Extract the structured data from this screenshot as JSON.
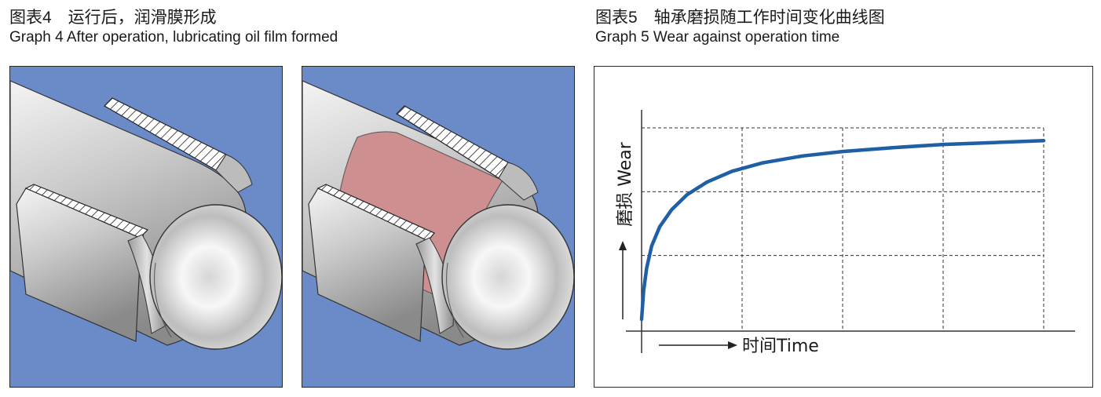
{
  "graph4": {
    "title_zh": "图表4　运行后，润滑膜形成",
    "title_en": "Graph 4   After operation, lubricating oil film formed"
  },
  "graph5": {
    "title_zh": "图表5　轴承磨损随工作时间变化曲线图",
    "title_en": "Graph 5    Wear against operation time"
  },
  "colors": {
    "panel_background": "#6a8ac8",
    "oil_film": "#cd8f8f",
    "curve": "#1f5fa6"
  },
  "chart_data": {
    "type": "line",
    "xlabel": "时间Time",
    "ylabel": "磨损 Wear",
    "grid": "dashed",
    "xlim": [
      0,
      4
    ],
    "ylim": [
      0,
      3
    ],
    "series": [
      {
        "x": [
          0,
          0.02,
          0.05,
          0.1,
          0.18,
          0.3,
          0.45,
          0.65,
          0.9,
          1.2,
          1.6,
          2.0,
          2.5,
          3.0,
          3.5,
          4.0
        ],
        "y": [
          0.0,
          0.45,
          0.8,
          1.15,
          1.45,
          1.72,
          1.95,
          2.15,
          2.32,
          2.45,
          2.56,
          2.63,
          2.69,
          2.74,
          2.77,
          2.8
        ]
      }
    ]
  }
}
